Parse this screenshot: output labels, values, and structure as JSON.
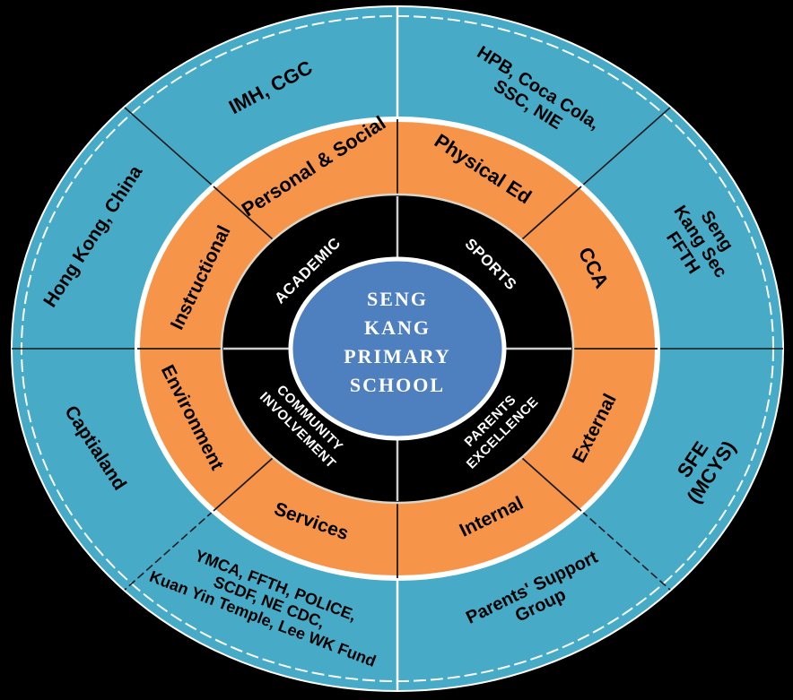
{
  "diagram": {
    "title": "Seng Kang Primary School stakeholder wheel",
    "center": {
      "name": "SENG\nKANG\nPRIMARY\nSCHOOL"
    },
    "inner_ring": {
      "academic": "ACADEMIC",
      "sports": "SPORTS",
      "community_involvement": "COMMUNITY\nINVOLVEMENT",
      "parents_excellence": "PARENTS\nEXCELLENCE"
    },
    "middle_ring": {
      "personal_social": "Personal & Social",
      "physical_ed": "Physical Ed",
      "cca": "CCA",
      "external": "External",
      "internal": "Internal",
      "services": "Services",
      "environment": "Environment",
      "instructional": "Instructional"
    },
    "outer_ring": {
      "imh_cgc": "IMH, CGC",
      "hpb_group": "HPB, Coca Cola,\nSSC, NIE",
      "seng_kang_sec": "Seng Kang Sec\nFFTH",
      "sfe_mcys": "SFE\n(MCYS)",
      "parents_support_group": "Parents' Support\nGroup",
      "ymca_group": "YMCA, FFTH, POLICE,\nSCDF, NE CDC,\nKuan Yin Temple, Lee WK Fund",
      "capitaland": "Captialand",
      "hong_kong_china": "Hong Kong, China"
    },
    "colors": {
      "background": "#000000",
      "outer_ring": "#47ABC8",
      "middle_ring": "#F6954A",
      "inner_ring": "#000000",
      "center_circle": "#4E7FBE",
      "divider_light": "#FFFFFF",
      "divider_dark": "#1A1A1A"
    }
  }
}
